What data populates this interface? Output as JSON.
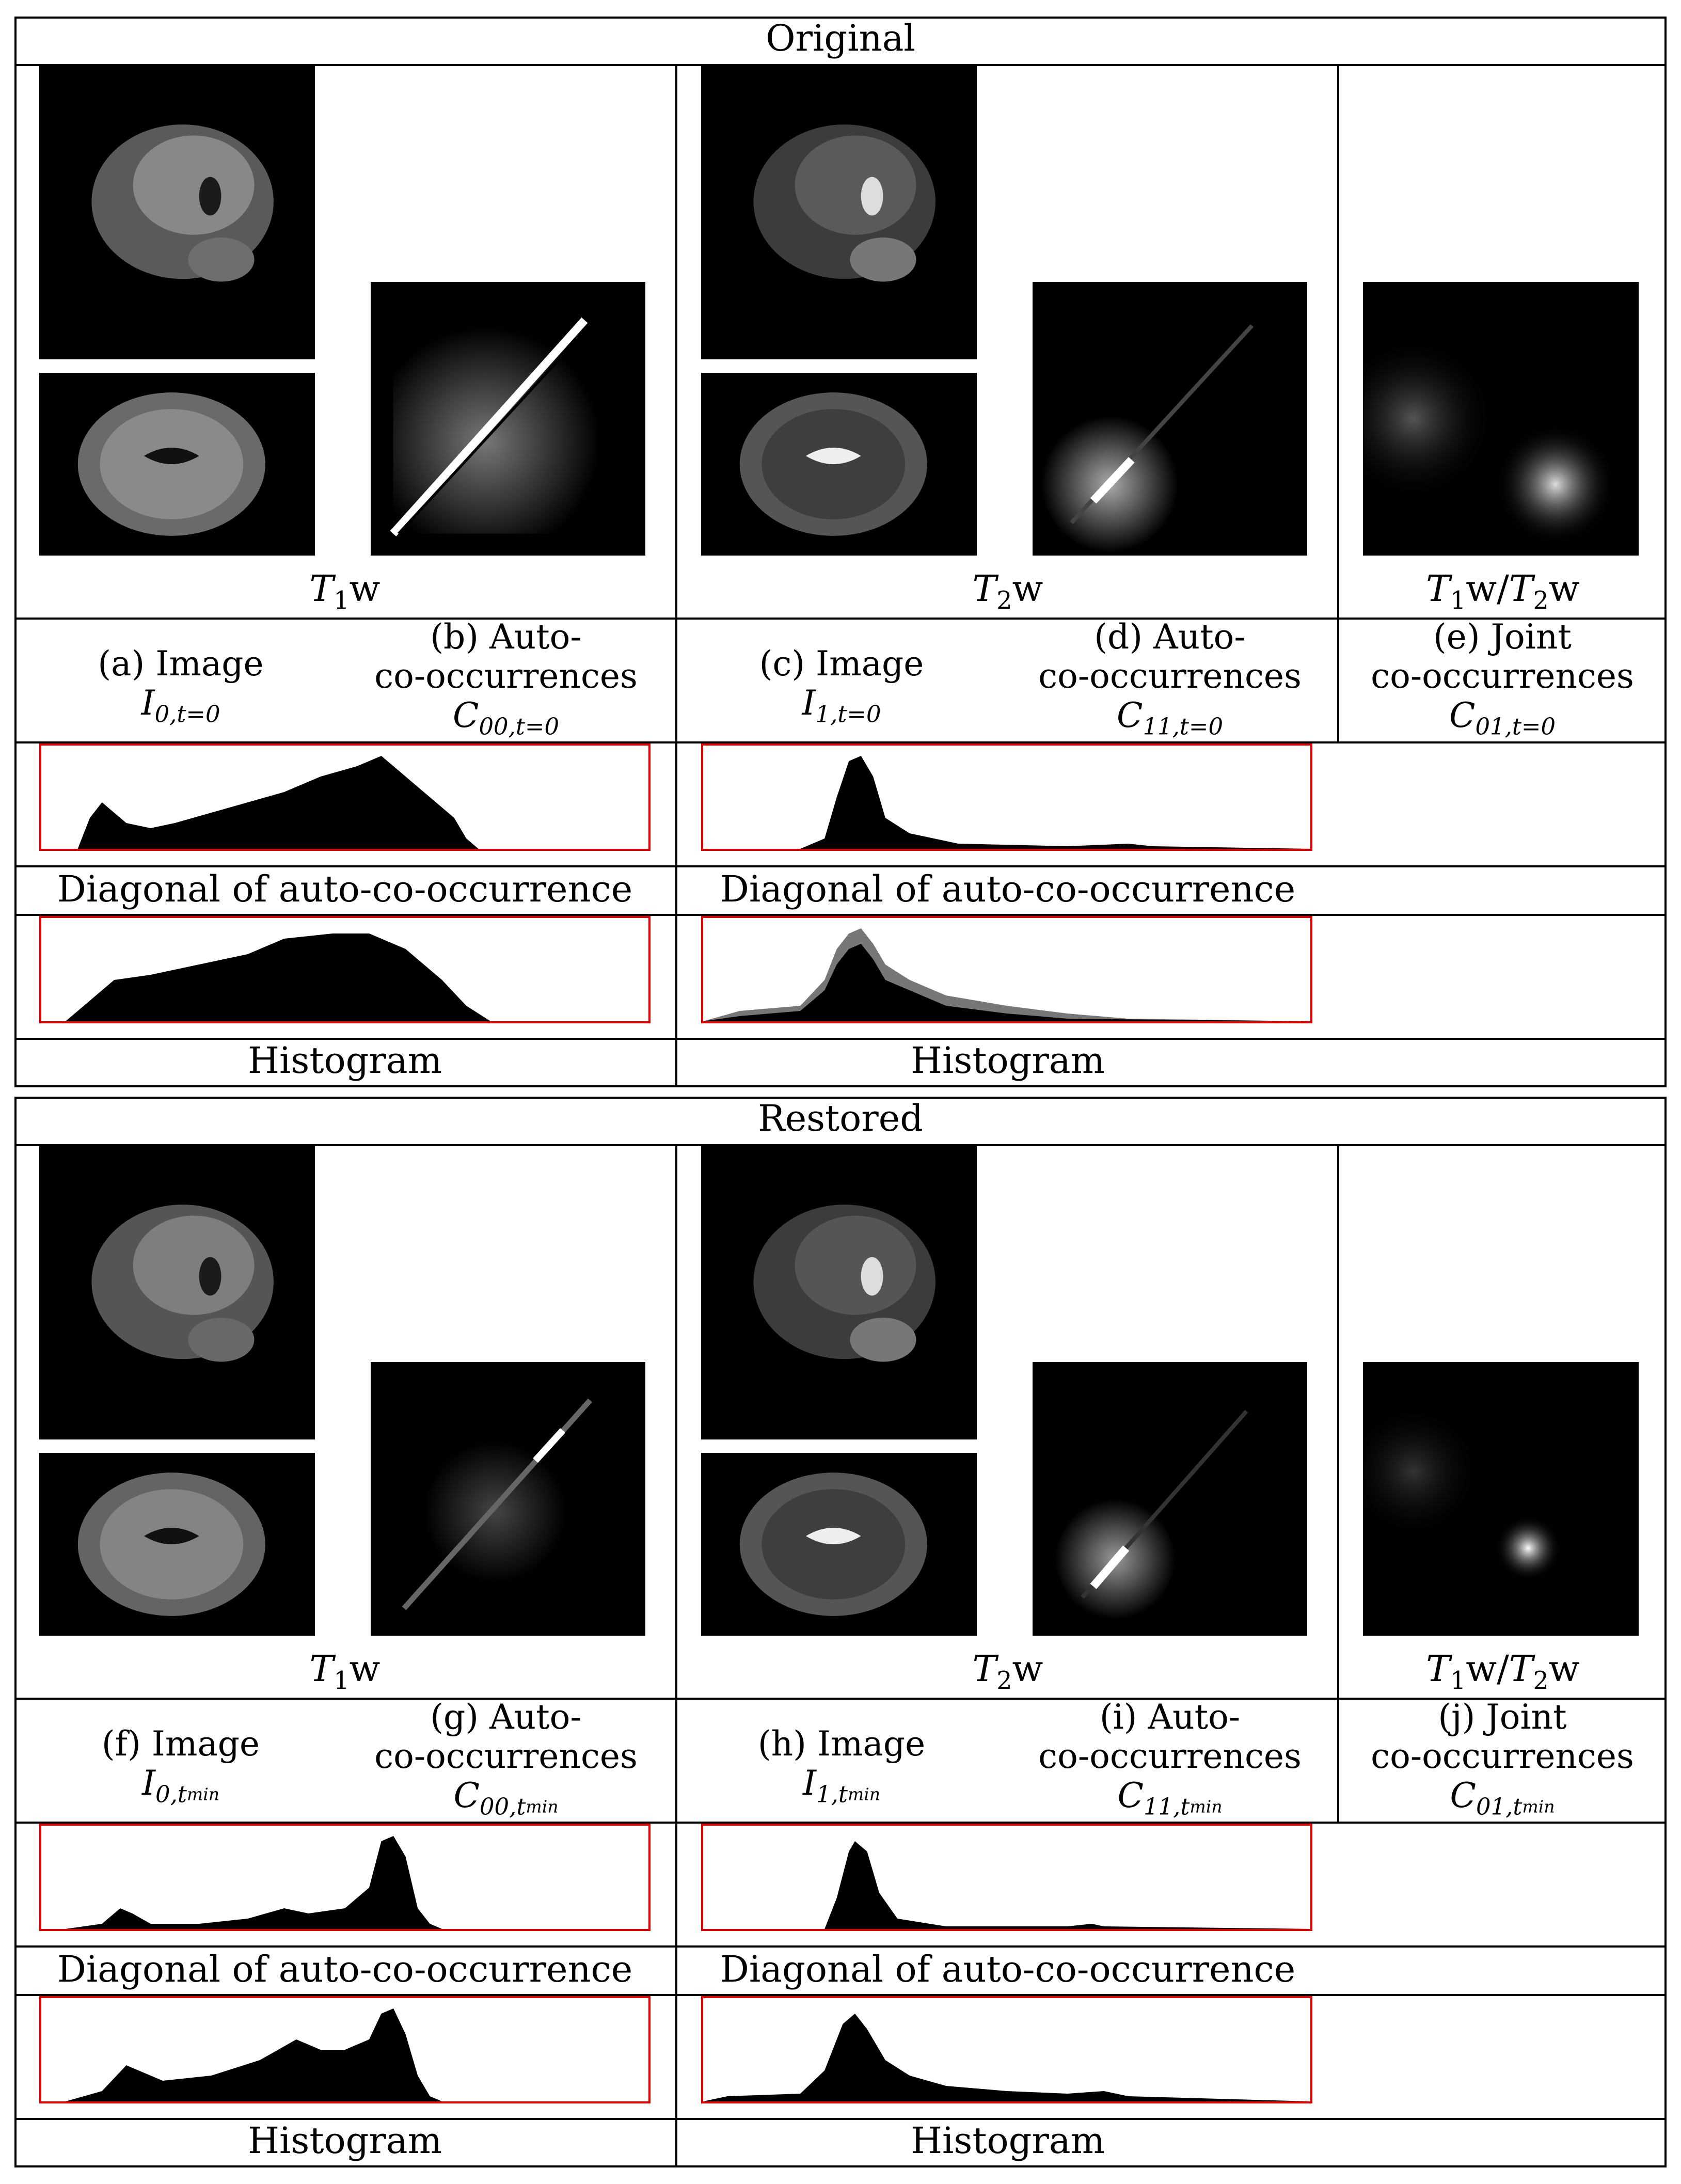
{
  "sections": [
    {
      "title": "Original",
      "modality_labels": [
        "T1w",
        "T2w",
        "T1w/T2w"
      ],
      "captions": {
        "a": {
          "label": "(a) Image",
          "symbol": "I",
          "sub": "0,t=0"
        },
        "b": {
          "label1": "(b) Auto-",
          "label2": "co-occurrences",
          "symbol": "C",
          "sub": "00,t=0"
        },
        "c": {
          "label": "(c) Image",
          "symbol": "I",
          "sub": "1,t=0"
        },
        "d": {
          "label1": "(d) Auto-",
          "label2": "co-occurrences",
          "symbol": "C",
          "sub": "11,t=0"
        },
        "e": {
          "label1": "(e) Joint",
          "label2": "co-occurrences",
          "symbol": "C",
          "sub": "01,t=0"
        }
      },
      "diag_label": "Diagonal of auto-co-occurrence",
      "hist_label": "Histogram"
    },
    {
      "title": "Restored",
      "modality_labels": [
        "T1w",
        "T2w",
        "T1w/T2w"
      ],
      "captions": {
        "a": {
          "label": "(f) Image",
          "symbol": "I",
          "sub": "0,",
          "subsub": "t",
          "subsub2": "min"
        },
        "b": {
          "label1": "(g) Auto-",
          "label2": "co-occurrences",
          "symbol": "C",
          "sub": "00,",
          "subsub": "t",
          "subsub2": "min"
        },
        "c": {
          "label": "(h) Image",
          "symbol": "I",
          "sub": "1,",
          "subsub": "t",
          "subsub2": "min"
        },
        "d": {
          "label1": "(i) Auto-",
          "label2": "co-occurrences",
          "symbol": "C",
          "sub": "11,",
          "subsub": "t",
          "subsub2": "min"
        },
        "e": {
          "label1": "(j) Joint",
          "label2": "co-occurrences",
          "symbol": "C",
          "sub": "01,",
          "subsub": "t",
          "subsub2": "min"
        }
      },
      "diag_label": "Diagonal of auto-co-occurrence",
      "hist_label": "Histogram"
    }
  ]
}
